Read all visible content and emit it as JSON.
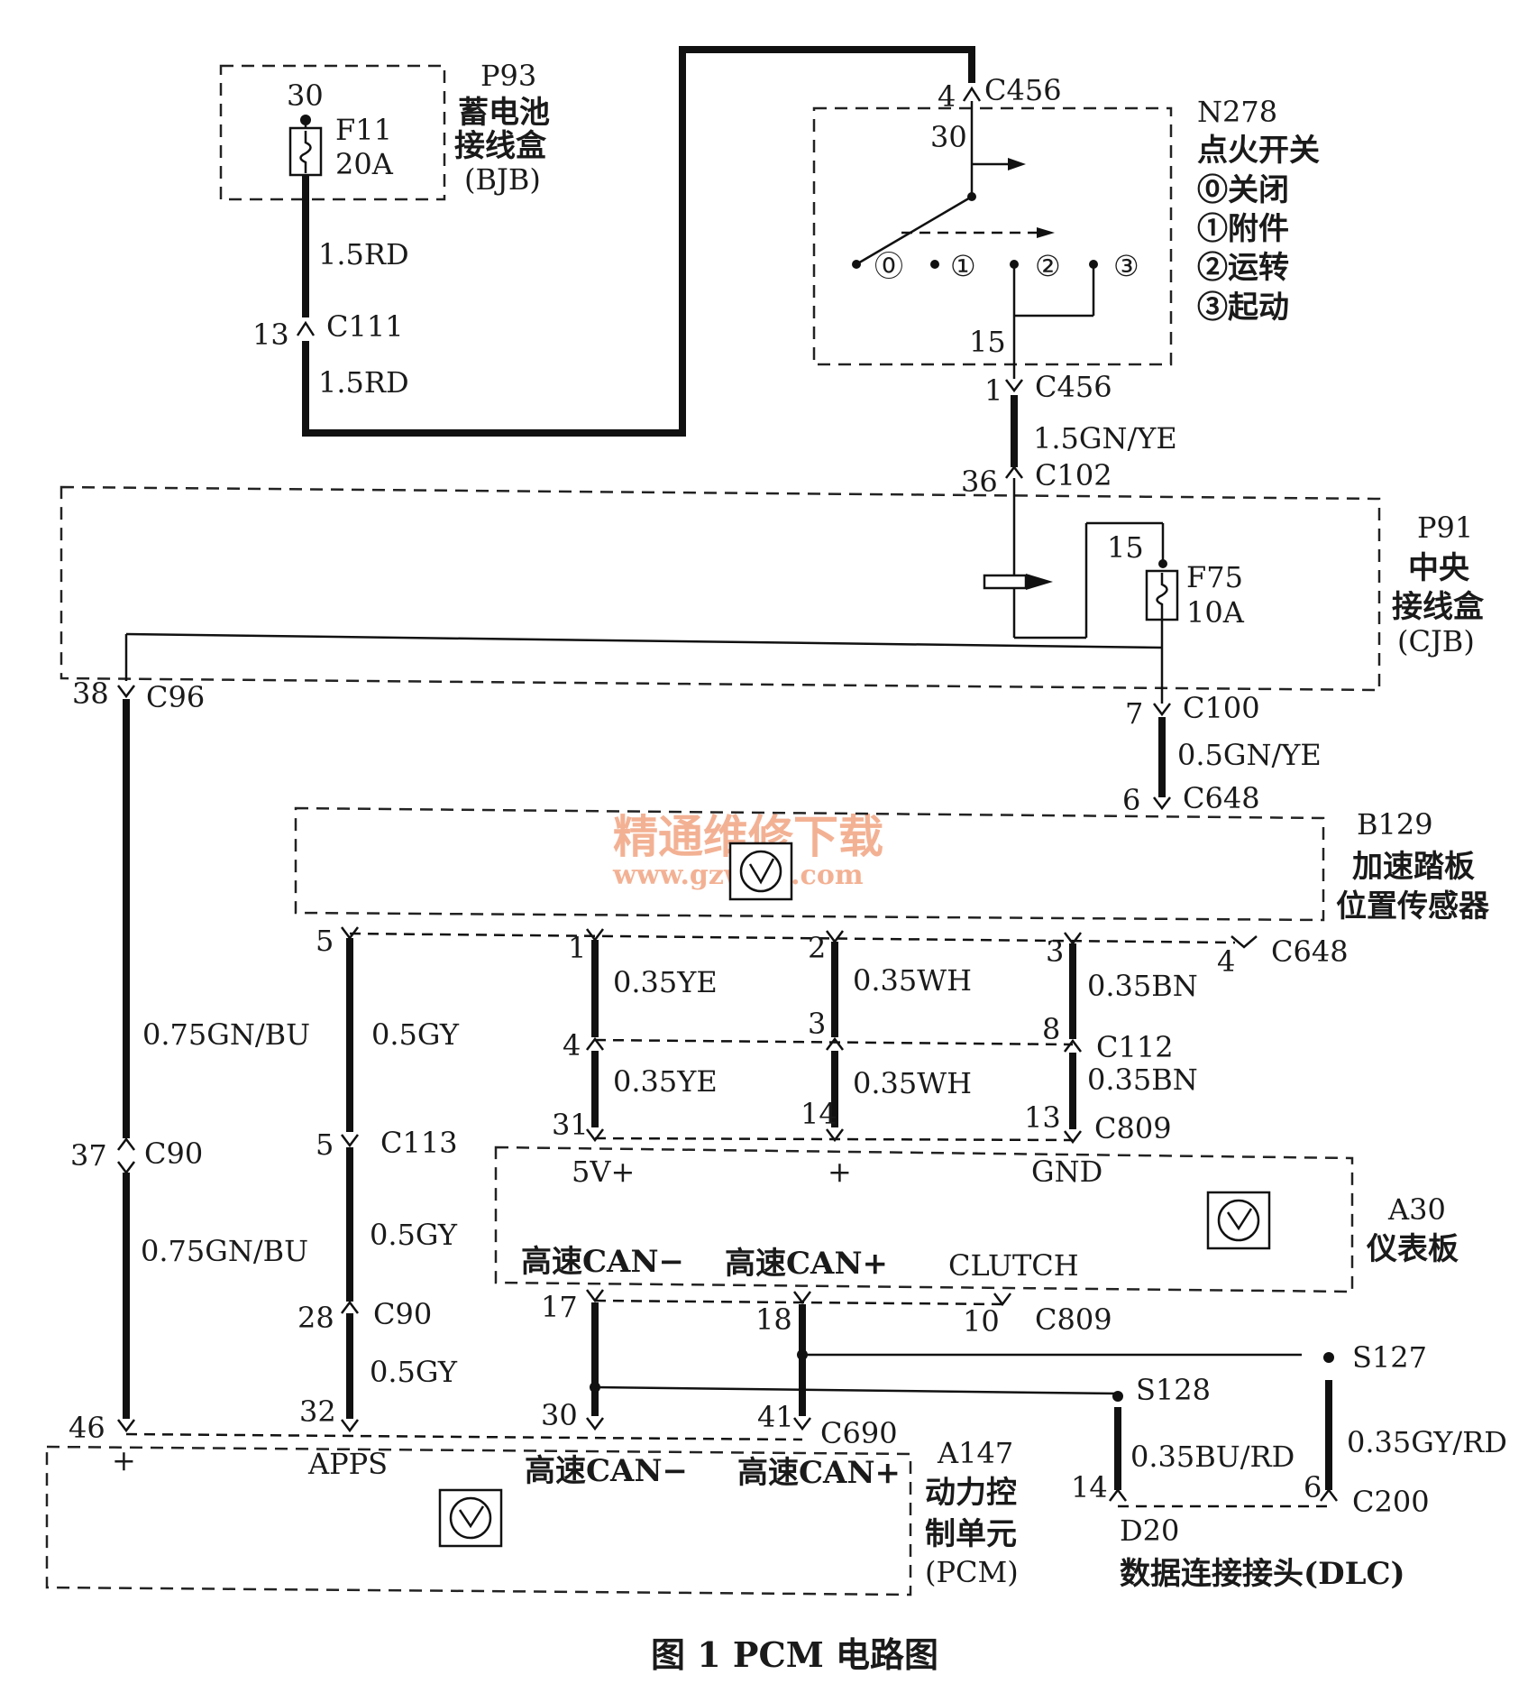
{
  "components": {
    "p93": {
      "id": "P93",
      "name_line1": "蓄电池",
      "name_line2": "接线盒",
      "abbr": "(BJB)",
      "fuse": "F11",
      "rating": "20A",
      "pin": "30"
    },
    "n278": {
      "id": "N278",
      "name": "点火开关",
      "pos0": "⓪关闭",
      "pos1": "①附件",
      "pos2": "②运转",
      "pos3": "③起动",
      "pin_in": "30",
      "pin_out": "15",
      "sym0": "⓪",
      "sym1": "①",
      "sym2": "②",
      "sym3": "③"
    },
    "p91": {
      "id": "P91",
      "name_line1": "中央",
      "name_line2": "接线盒",
      "abbr": "(CJB)",
      "fuse": "F75",
      "rating": "10A",
      "pin": "15"
    },
    "b129": {
      "id": "B129",
      "name_line1": "加速踏板",
      "name_line2": "位置传感器"
    },
    "a30": {
      "id": "A30",
      "name": "仪表板",
      "pin_5v": "5V+",
      "pin_plus": "+",
      "pin_gnd": "GND",
      "can_minus": "高速CAN−",
      "can_plus": "高速CAN+",
      "clutch": "CLUTCH"
    },
    "a147": {
      "id": "A147",
      "name_line1": "动力控",
      "name_line2": "制单元",
      "abbr": "(PCM)",
      "pin_plus": "+",
      "pin_apps": "APPS",
      "can_minus": "高速CAN−",
      "can_plus": "高速CAN+"
    },
    "d20": {
      "id": "D20",
      "name": "数据连接接头(DLC)"
    }
  },
  "connectors": {
    "c456_top": {
      "pin": "4",
      "name": "C456"
    },
    "c456_bot": {
      "pin": "1",
      "name": "C456"
    },
    "c111": {
      "pin": "13",
      "name": "C111"
    },
    "c102": {
      "pin": "36",
      "name": "C102"
    },
    "c96": {
      "pin": "38",
      "name": "C96"
    },
    "c100": {
      "pin": "7",
      "name": "C100"
    },
    "c648_top": {
      "pin": "6",
      "name": "C648"
    },
    "c648_b": {
      "pin5": "5",
      "pin1": "1",
      "pin2": "2",
      "pin3": "3",
      "pin4": "4",
      "name": "C648"
    },
    "c112": {
      "pin4": "4",
      "pin3": "3",
      "pin8": "8",
      "name": "C112"
    },
    "c809_top": {
      "pin31": "31",
      "pin14": "14",
      "pin13": "13",
      "name": "C809"
    },
    "c90_a": {
      "pin": "37",
      "name": "C90"
    },
    "c113": {
      "pin": "5",
      "name": "C113"
    },
    "c90_b": {
      "pin": "28",
      "name": "C90"
    },
    "c809_bot": {
      "pin17": "17",
      "pin18": "18",
      "pin10": "10",
      "name": "C809"
    },
    "c690": {
      "pin46": "46",
      "pin32": "32",
      "pin30": "30",
      "pin41": "41",
      "name": "C690"
    },
    "c200": {
      "pin14": "14",
      "pin6": "6",
      "name": "C200"
    },
    "s127": {
      "name": "S127"
    },
    "s128": {
      "name": "S128"
    }
  },
  "wires": {
    "rd1": "1.5RD",
    "rd2": "1.5RD",
    "gnye15": "1.5GN/YE",
    "gnye05": "0.5GN/YE",
    "gnbu1": "0.75GN/BU",
    "gnbu2": "0.75GN/BU",
    "gy1": "0.5GY",
    "gy2": "0.5GY",
    "gy3": "0.5GY",
    "ye1": "0.35YE",
    "ye2": "0.35YE",
    "wh1": "0.35WH",
    "wh2": "0.35WH",
    "bn1": "0.35BN",
    "bn2": "0.35BN",
    "burd": "0.35BU/RD",
    "gyrd": "0.35GY/RD"
  },
  "watermark": {
    "line1": "精通维修下载",
    "line2": "www.gzweix.com"
  },
  "caption": "图 1    PCM 电路图"
}
